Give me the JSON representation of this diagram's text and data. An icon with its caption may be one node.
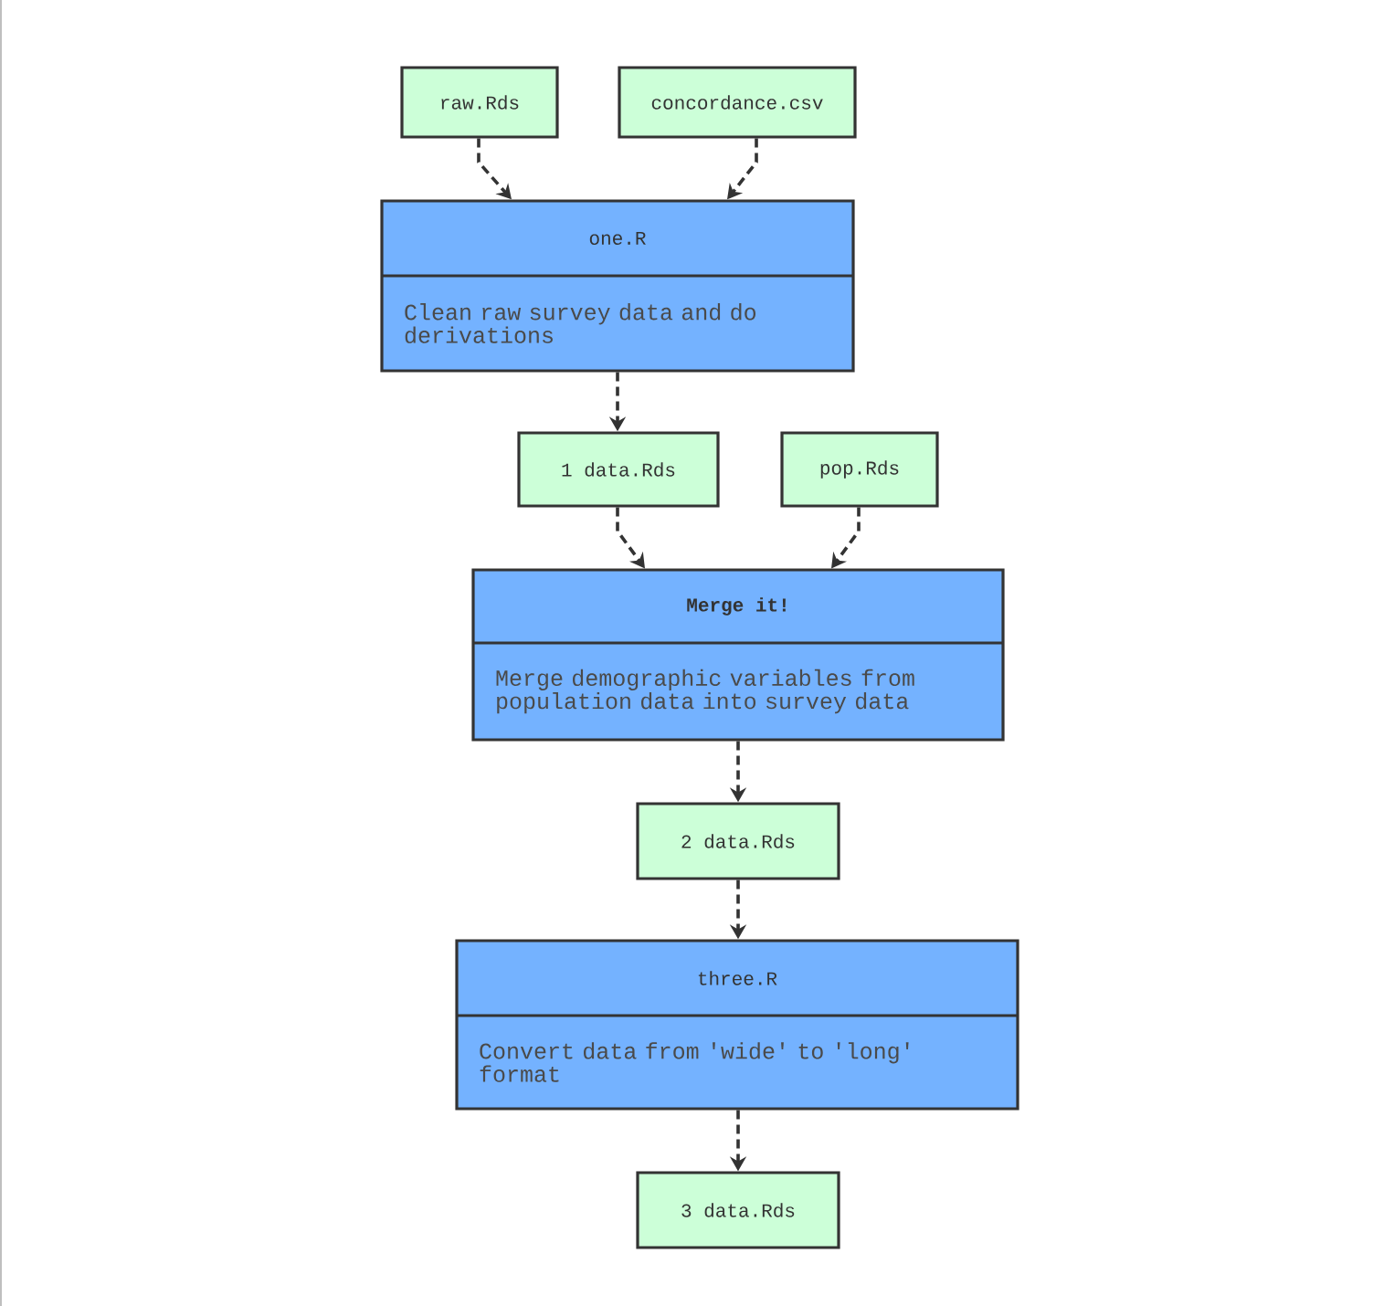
{
  "diagram": {
    "nodes": [
      {
        "text": [
          "raw.Rds"
        ]
      },
      {
        "text": [
          "concordance.csv"
        ]
      },
      {
        "text": [
          "one.R",
          "Clean raw survey data and do derivations"
        ]
      },
      {
        "text": [
          "1 data.Rds"
        ]
      },
      {
        "text": [
          "pop.Rds"
        ]
      },
      {
        "text": [
          "**Merge it!**",
          "Merge demographic variables from population data into survey data"
        ]
      },
      {
        "text": [
          "2 data.Rds"
        ]
      },
      {
        "text": [
          "three.R",
          "Convert data from 'wide' to 'long' format"
        ]
      },
      {
        "text": [
          "3 data.Rds"
        ]
      }
    ],
    "edges": [
      {
        "from": 0,
        "to": 2,
        "arrow": "to",
        "style": "dashed"
      },
      {
        "from": 1,
        "to": 2,
        "arrow": "to",
        "style": "dashed"
      },
      {
        "from": 2,
        "to": 3,
        "arrow": "to",
        "style": "dashed"
      },
      {
        "from": 3,
        "to": 5,
        "arrow": "to",
        "style": "dashed"
      },
      {
        "from": 4,
        "to": 5,
        "arrow": "to",
        "style": "dashed"
      },
      {
        "from": 5,
        "to": 6,
        "arrow": "to",
        "style": "dashed"
      },
      {
        "from": 6,
        "to": 7,
        "arrow": "to",
        "style": "dashed"
      },
      {
        "from": 7,
        "to": 8,
        "arrow": "to",
        "style": "dashed"
      }
    ]
  }
}
